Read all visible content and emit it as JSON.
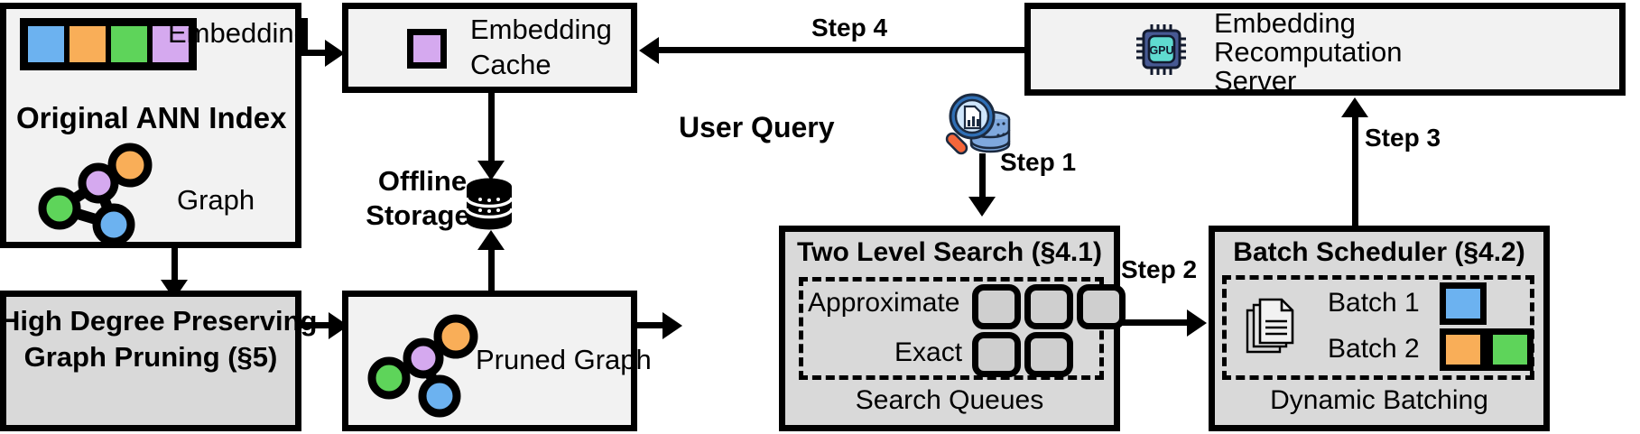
{
  "diagram": {
    "title": "ANN search system architecture",
    "colors": {
      "blue": "#6cb2f0",
      "orange": "#f9ae58",
      "green": "#5ed45a",
      "purple": "#d5a9ef",
      "box_fill": "#f2f2f2",
      "box_fill_shaded": "#d9d9d9",
      "queue_fill": "#cfcfcf",
      "stroke": "#000000",
      "gpu_body": "#475993",
      "gpu_core": "#5fdbd0",
      "db_blue": "#7fa8dd",
      "magnifier_blue": "#2f6fb5",
      "magnifier_handle": "#f4663a"
    }
  },
  "original_index": {
    "title": "Original ANN Index",
    "embedding_label": "Embedding",
    "graph_label": "Graph",
    "embedding_cells": [
      "blue",
      "orange",
      "green",
      "purple"
    ],
    "graph_nodes": [
      "orange",
      "purple",
      "green",
      "blue"
    ]
  },
  "pruning": {
    "line1": "High Degree Preserving",
    "line2": "Graph Pruning (§5)"
  },
  "embedding_cache": {
    "line1": "Embedding",
    "line2": "Cache",
    "swatch": "purple"
  },
  "offline_storage": {
    "line1": "Offline",
    "line2": "Storage",
    "icon": "database-cylinder-icon"
  },
  "pruned_graph": {
    "label": "Pruned Graph",
    "graph_nodes": [
      "orange",
      "purple",
      "green",
      "blue"
    ]
  },
  "user_query": {
    "label": "User Query",
    "icon": "query-magnifier-database-icon"
  },
  "two_level_search": {
    "title": "Two Level Search (§4.1)",
    "footer": "Search Queues",
    "rows": [
      {
        "label": "Approximate",
        "slots": 3
      },
      {
        "label": "Exact",
        "slots": 2
      }
    ]
  },
  "batch_scheduler": {
    "title": "Batch Scheduler (§4.2)",
    "footer": "Dynamic Batching",
    "icon": "documents-stack-icon",
    "batches": [
      {
        "label": "Batch 1",
        "squares": [
          "blue"
        ]
      },
      {
        "label": "Batch 2",
        "squares": [
          "orange",
          "green"
        ]
      }
    ]
  },
  "recomputation_server": {
    "line1": "Embedding",
    "line2": "Recomputation",
    "line3": "Server",
    "icon": "gpu-chip-icon",
    "icon_text": "GPU"
  },
  "steps": {
    "step1": "Step 1",
    "step2": "Step 2",
    "step3": "Step 3",
    "step4": "Step 4"
  }
}
